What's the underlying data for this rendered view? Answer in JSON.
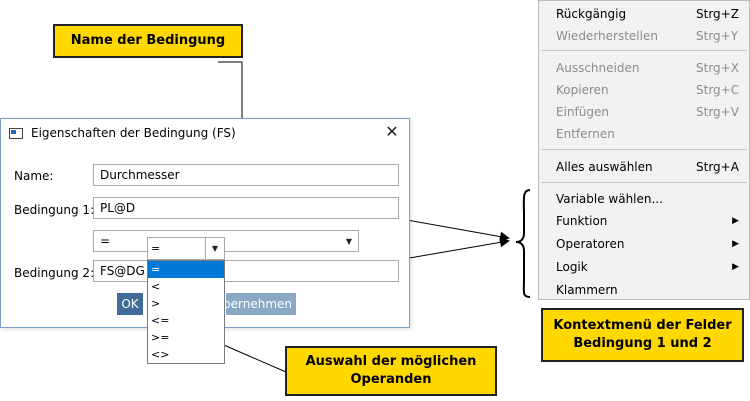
{
  "callouts": {
    "name": "Name der Bedingung",
    "context_menu": "Kontextmenü der Felder\nBedingung 1 und 2",
    "operands": "Auswahl der möglichen\nOperanden"
  },
  "dialog": {
    "title": "Eigenschaften der Bedingung (FS)",
    "close_icon": "close-icon",
    "name_label": "Name:",
    "name_value": "Durchmesser",
    "cond1_label": "Bedingung 1:",
    "cond1_value": "PL@D",
    "operator_value": "=",
    "operator_small_value": "=",
    "cond2_label": "Bedingung 2:",
    "cond2_value": "FS@DG",
    "ok_label": "OK",
    "apply_label": "bernehmen"
  },
  "operand_options": [
    "=",
    "<",
    ">",
    "<=",
    ">=",
    "<>"
  ],
  "context_menu": {
    "items": [
      {
        "label": "Rückgängig",
        "shortcut": "Strg+Z",
        "disabled": false
      },
      {
        "label": "Wiederherstellen",
        "shortcut": "Strg+Y",
        "disabled": true
      },
      {
        "label": "Ausschneiden",
        "shortcut": "Strg+X",
        "disabled": true
      },
      {
        "label": "Kopieren",
        "shortcut": "Strg+C",
        "disabled": true
      },
      {
        "label": "Einfügen",
        "shortcut": "Strg+V",
        "disabled": true
      },
      {
        "label": "Entfernen",
        "shortcut": "",
        "disabled": true
      },
      {
        "label": "Alles auswählen",
        "shortcut": "Strg+A",
        "disabled": false
      },
      {
        "label": "Variable wählen...",
        "shortcut": "",
        "disabled": false
      },
      {
        "label": "Funktion",
        "shortcut": "",
        "submenu": true,
        "disabled": false
      },
      {
        "label": "Operatoren",
        "shortcut": "",
        "submenu": true,
        "disabled": false
      },
      {
        "label": "Logik",
        "shortcut": "",
        "submenu": true,
        "disabled": false
      },
      {
        "label": "Klammern",
        "shortcut": "",
        "disabled": false
      }
    ]
  },
  "colors": {
    "callout_bg": "#ffd800",
    "selection": "#0078d7",
    "ok_button": "#3f6d98"
  }
}
